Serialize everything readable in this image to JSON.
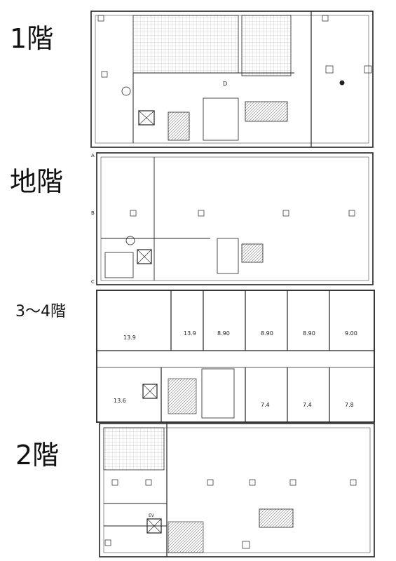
{
  "floors": [
    {
      "id": "1f",
      "label": "1階"
    },
    {
      "id": "b1",
      "label": "地階"
    },
    {
      "id": "3-4f",
      "label": "3～4階"
    },
    {
      "id": "2f",
      "label": "2階"
    }
  ],
  "plan_marks": {
    "gridline_a": "A",
    "gridline_b": "B",
    "gridline_c": "C",
    "door": "D",
    "ev": "EV",
    "room_area_1": "13.9",
    "room_area_2": "13.9",
    "room_area_3": "8.90",
    "room_area_4": "8.90",
    "room_area_5": "8.90",
    "room_area_6": "9.00",
    "room_area_7": "13.6",
    "room_area_8": "7.4",
    "room_area_9": "7.4",
    "room_area_10": "7.8"
  },
  "colors": {
    "line": "#222222",
    "hatch": "#555555",
    "paper": "#ffffff"
  }
}
